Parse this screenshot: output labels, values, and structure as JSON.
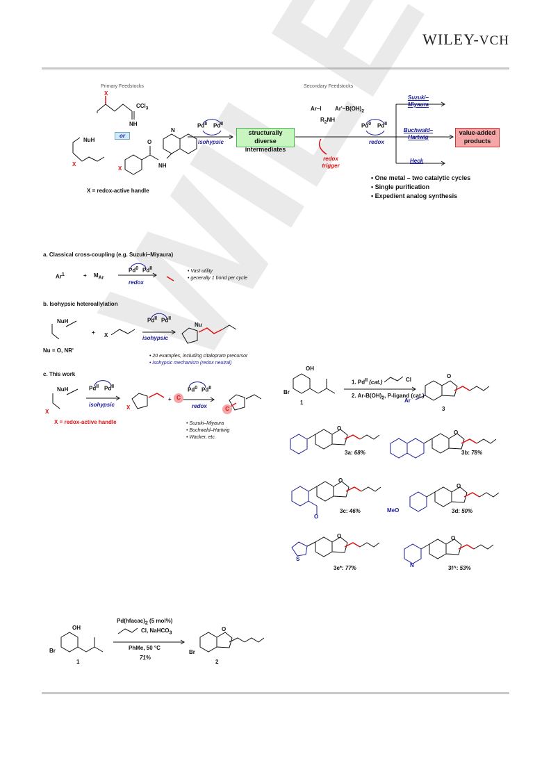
{
  "header": {
    "logo_main": "WILEY",
    "logo_sep": "-",
    "logo_vch": "VCH"
  },
  "toc": {
    "primary_label": "Primary Feedstocks",
    "secondary_label": "Secondary Feedstocks",
    "or_label": "or",
    "x_handle_label": "X = redox-active handle",
    "pd_left_a": "Pd",
    "pd_left_b": "Pd",
    "pd_sup_ii": "II",
    "isohypsic": "isohypsic",
    "structurally_diverse": "structurally diverse intermediates",
    "arl": "Ar–I",
    "arb": "Ar'–B(OH)",
    "r2nh": "R",
    "redox": "redox",
    "pd0": "Pd",
    "redox_trigger": "redox trigger",
    "suzuki": "Suzuki–Miyaura",
    "buchwald": "Buchwald–Hartwig",
    "heck": "Heck",
    "value_added": "value-added products",
    "bullets": [
      "• One metal – two catalytic cycles",
      "• Single purification",
      "• Expedient analog synthesis"
    ],
    "ccl3": "CCl",
    "nh": "NH",
    "nuh": "NuH",
    "n": "N",
    "h": "H",
    "x": "X"
  },
  "scheme": {
    "a_title": "a. Classical cross-coupling (e.g. Suzuki–Miyaura)",
    "a_bullets": [
      "• Vast utility",
      "• generally 1 bond per cycle"
    ],
    "b_title": "b. Isohypsic heteroallylation",
    "b_nu": "Nu = O, NR'",
    "b_bullets": [
      "• 20 examples, including citalopram precursor",
      "• isohypsic mechanism (redox neutral)"
    ],
    "c_title": "c. This work",
    "c_x_label": "X = redox-active handle",
    "c_bullets": [
      "• Suzuki–Miyaura",
      "• Buchwald–Hartwig",
      "• Wacker, etc."
    ],
    "isohypsic": "isohypsic",
    "redox": "redox",
    "c_badge": "C"
  },
  "reaction1": {
    "step1": "1. Pd",
    "step1_cat": "(cat.)",
    "step2": "2. Ar-B(OH)",
    "step2_b": ", P-ligand (cat.)",
    "cl": "Cl",
    "sm_label": "1",
    "prod_label": "3",
    "oh": "OH",
    "br": "Br",
    "o": "O",
    "ar": "Ar"
  },
  "products": [
    {
      "id": "3a: ",
      "yield": "68%"
    },
    {
      "id": "3b: ",
      "yield": "78%"
    },
    {
      "id": "3c: ",
      "yield": "46%"
    },
    {
      "id": "3d: ",
      "yield": "50%"
    },
    {
      "id": "3e*: ",
      "yield": "77%"
    },
    {
      "id": "3f^: ",
      "yield": "53%"
    }
  ],
  "product_extras": {
    "meo": "MeO",
    "s": "S",
    "n": "N",
    "o": "O"
  },
  "reaction2": {
    "cat": "Pd(hfacac)",
    "cat_b": " (5 mol%)",
    "reagent": "Cl, NaHCO",
    "solvent": "PhMe, 50 °C",
    "yield": "71%",
    "sm_label": "1",
    "prod_label": "2",
    "oh": "OH",
    "br": "Br",
    "o": "O"
  },
  "watermark": "WILEY-VCH",
  "colors": {
    "accent_blue": "#1a1a9c",
    "accent_red": "#dd1111",
    "green_box": "#c9f5c0",
    "red_box": "#f5a6a6"
  }
}
